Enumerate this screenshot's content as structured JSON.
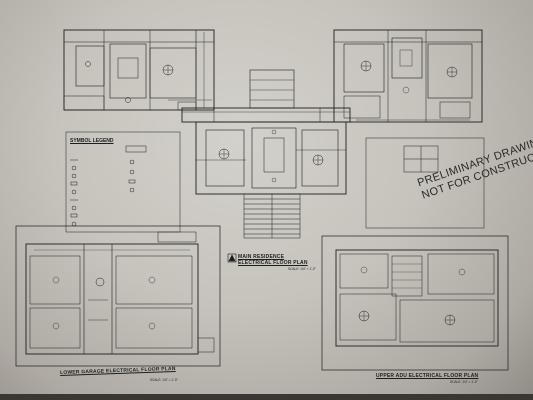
{
  "stamp": {
    "line1": "PRELIMINARY DRAWING",
    "line2": "NOT FOR CONSTRUCTION"
  },
  "titles": {
    "main_title": "MAIN RESIDENCE",
    "main_subtitle": "ELECTRICAL FLOOR PLAN",
    "main_scale": "SCALE: 1/4\" = 1'-0\"",
    "garage_title": "LOWER GARAGE ELECTRICAL FLOOR PLAN",
    "garage_scale": "SCALE: 1/4\" = 1'-0\"",
    "adu_title": "UPPER ADU ELECTRICAL FLOOR PLAN",
    "adu_scale": "SCALE: 1/4\" = 1'-0\""
  },
  "legend": {
    "title": "SYMBOL LEGEND"
  },
  "colors": {
    "paper": "#ccc9c2",
    "ink": "#1e1e1e",
    "background": "#2a2825"
  }
}
